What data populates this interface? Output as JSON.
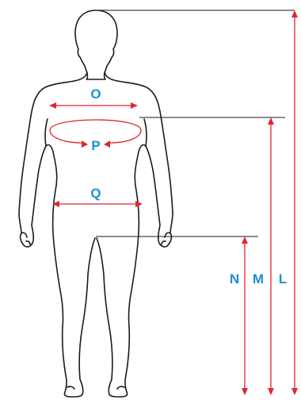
{
  "labels": {
    "O": "O",
    "P": "P",
    "Q": "Q",
    "N": "N",
    "M": "M",
    "L": "L"
  },
  "colors": {
    "outline": "#1a1a1a",
    "measure": "#e0262e",
    "label": "#1b8fd6",
    "background": "#ffffff"
  }
}
